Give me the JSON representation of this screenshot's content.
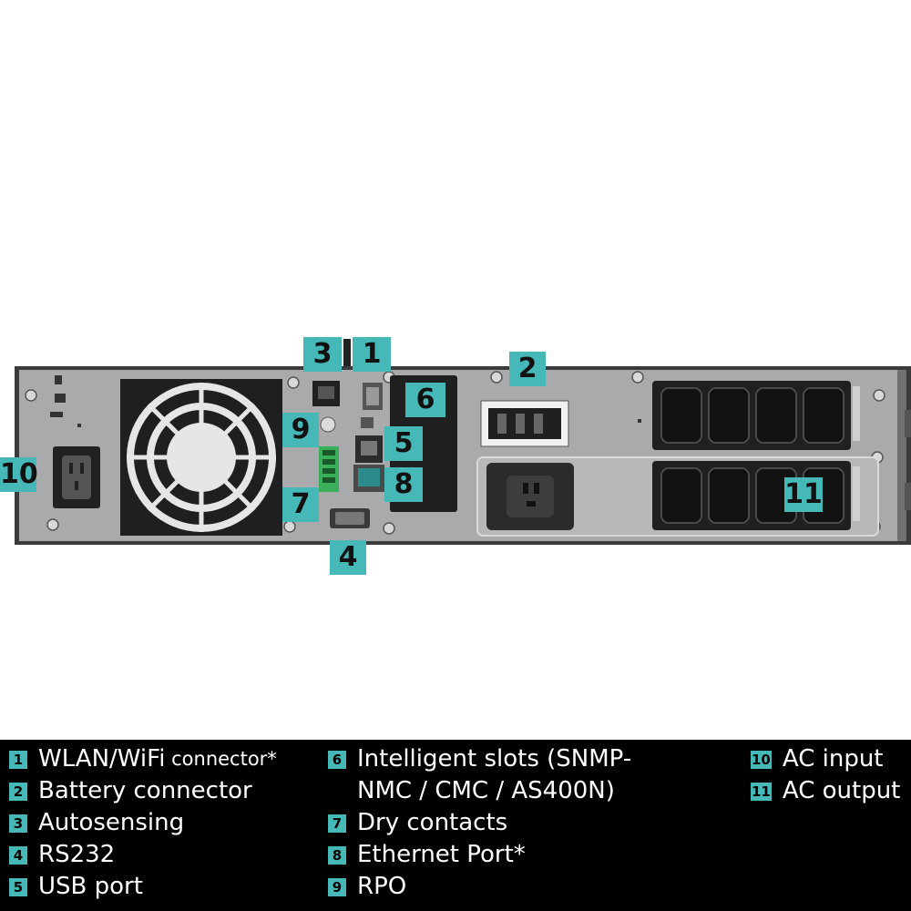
{
  "callouts": {
    "c1": "1",
    "c2": "2",
    "c3": "3",
    "c4": "4",
    "c5": "5",
    "c6": "6",
    "c7": "7",
    "c8": "8",
    "c9": "9",
    "c10": "10",
    "c11": "11"
  },
  "legend": [
    {
      "num": "1",
      "label": "WLAN/WiFi",
      "label_small": " connector*"
    },
    {
      "num": "2",
      "label": "Battery connector"
    },
    {
      "num": "3",
      "label": "Autosensing"
    },
    {
      "num": "4",
      "label": "RS232"
    },
    {
      "num": "5",
      "label": "USB port"
    },
    {
      "num": "6",
      "label": "Intelligent slots (SNMP-",
      "label_line2": "NMC / CMC / AS400N)"
    },
    {
      "num": "7",
      "label": "Dry contacts"
    },
    {
      "num": "8",
      "label": "Ethernet Port*"
    },
    {
      "num": "9",
      "label": "RPO"
    },
    {
      "num": "10",
      "label": "AC input"
    },
    {
      "num": "11",
      "label": "AC output"
    }
  ],
  "colors": {
    "accent": "#45b8b7",
    "panel": "#a9aaab",
    "legend_bg": "#000000"
  }
}
